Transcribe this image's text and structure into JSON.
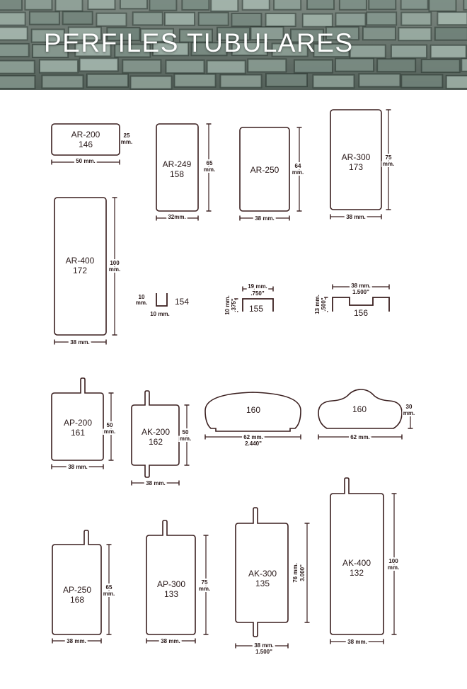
{
  "header": {
    "title": "PERFILES TUBULARES"
  },
  "profiles": {
    "ar200": {
      "name": "AR-200",
      "num": "146",
      "w": "50 mm.",
      "h1": "25",
      "h2": "mm."
    },
    "ar249": {
      "name": "AR-249",
      "num": "158",
      "w": "32mm.",
      "h1": "65",
      "h2": "mm."
    },
    "ar250": {
      "name": "AR-250",
      "w": "38 mm.",
      "h1": "64",
      "h2": "mm."
    },
    "ar300": {
      "name": "AR-300",
      "num": "173",
      "w": "38 mm.",
      "h1": "75",
      "h2": "mm."
    },
    "ar400": {
      "name": "AR-400",
      "num": "172",
      "w": "38 mm.",
      "h1": "100",
      "h2": "mm."
    },
    "p154": {
      "num": "154",
      "h1": "10",
      "h2": "mm.",
      "w": "10 mm."
    },
    "p155": {
      "num": "155",
      "w1": "19 mm.",
      "w2": ".750\"",
      "h1": "10 mm.",
      "h2": ".375\""
    },
    "p156": {
      "num": "156",
      "w1": "38 mm.",
      "w2": "1.500\"",
      "h1": "13 mm.",
      "h2": ".500\""
    },
    "ap200": {
      "name": "AP-200",
      "num": "161",
      "w": "38 mm.",
      "h1": "50",
      "h2": "mm."
    },
    "ak200": {
      "name": "AK-200",
      "num": "162",
      "w": "38 mm.",
      "h1": "50",
      "h2": "mm."
    },
    "p160a": {
      "num": "160",
      "w1": "62 mm.",
      "w2": "2.440\""
    },
    "p160b": {
      "num": "160",
      "w": "62 mm.",
      "h1": "30",
      "h2": "mm."
    },
    "ap250": {
      "name": "AP-250",
      "num": "168",
      "w": "38 mm.",
      "h1": "65",
      "h2": "mm."
    },
    "ap300": {
      "name": "AP-300",
      "num": "133",
      "w": "38 mm.",
      "h1": "75",
      "h2": "mm."
    },
    "ak300": {
      "name": "AK-300",
      "num": "135",
      "w1": "38 mm.",
      "w2": "1.500\"",
      "h1": "76 mm.",
      "h2": "3.000\""
    },
    "ak400": {
      "name": "AK-400",
      "num": "132",
      "w": "38 mm.",
      "h1": "100",
      "h2": "mm."
    }
  }
}
